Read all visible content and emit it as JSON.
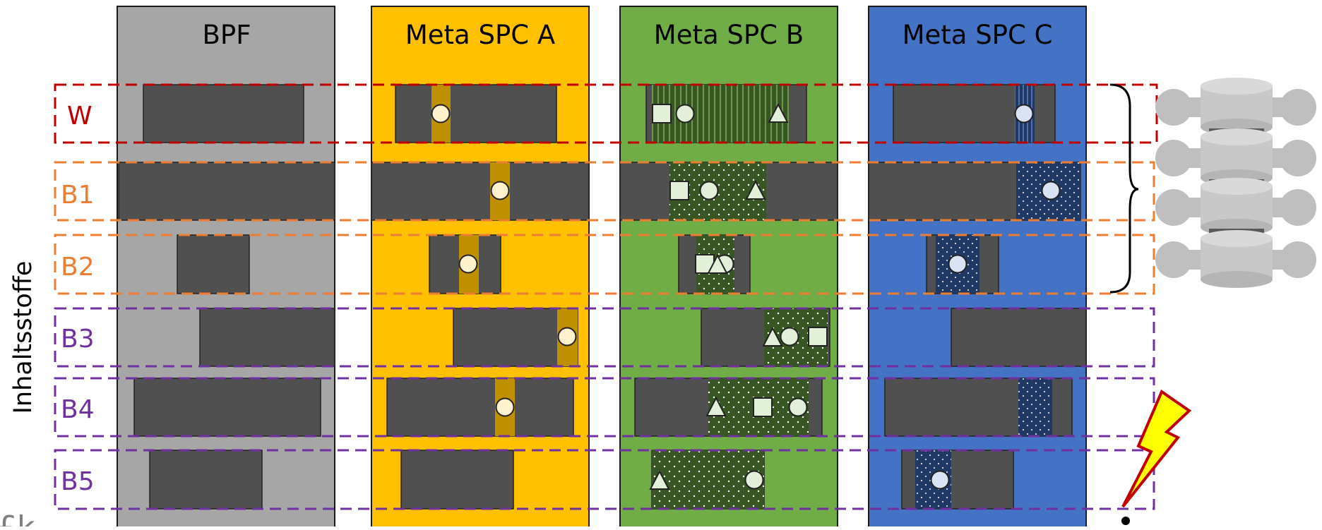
{
  "y_axis_label": "Inhaltsstoffe",
  "columns": [
    {
      "key": "bpf",
      "title": "BPF",
      "color": "#A6A6A6"
    },
    {
      "key": "a",
      "title": "Meta SPC A",
      "color": "#FFC000"
    },
    {
      "key": "b",
      "title": "Meta SPC B",
      "color": "#70AD47"
    },
    {
      "key": "c",
      "title": "Meta SPC C",
      "color": "#4472C4"
    }
  ],
  "rows": [
    {
      "label": "W",
      "color": "#C00000"
    },
    {
      "label": "B1",
      "color": "#ED7D31"
    },
    {
      "label": "B2",
      "color": "#ED7D31"
    },
    {
      "label": "B3",
      "color": "#7030A0"
    },
    {
      "label": "B4",
      "color": "#7030A0"
    },
    {
      "label": "B5",
      "color": "#7030A0"
    }
  ],
  "colors": {
    "bar": "#505050",
    "a_overlay": "#BF9000",
    "b_overlay": "#375623",
    "c_overlay": "#203864",
    "marker_light": "#E2F0D9",
    "marker_a": "#FFF2CC",
    "marker_c": "#DAE3F3",
    "bracket": "#000000",
    "spine": "#BFBFBF",
    "spine_dark": "#595959",
    "bolt_fill": "#FFFF00",
    "bolt_stroke": "#C00000"
  },
  "icons": {
    "spine": "spine-vertebrae-icon",
    "bolt": "lightning-bolt-icon",
    "bracket": "curly-brace-icon"
  },
  "footer_fragment": "£k"
}
